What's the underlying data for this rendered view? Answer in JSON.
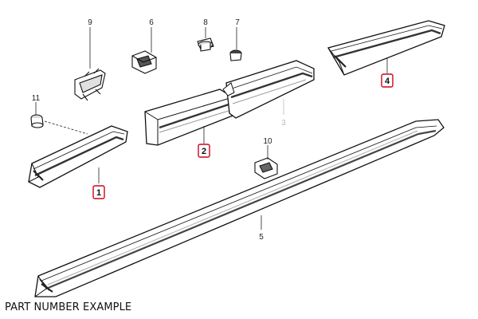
{
  "caption": "PART NUMBER EXAMPLE",
  "highlight_color": "#d0021b",
  "parts": [
    {
      "id": "1",
      "highlighted": true
    },
    {
      "id": "2",
      "highlighted": true
    },
    {
      "id": "3",
      "highlighted": false
    },
    {
      "id": "4",
      "highlighted": true
    },
    {
      "id": "5",
      "highlighted": false
    },
    {
      "id": "6",
      "highlighted": false
    },
    {
      "id": "7",
      "highlighted": false
    },
    {
      "id": "8",
      "highlighted": false
    },
    {
      "id": "9",
      "highlighted": false
    },
    {
      "id": "10",
      "highlighted": false
    },
    {
      "id": "11",
      "highlighted": false
    }
  ]
}
